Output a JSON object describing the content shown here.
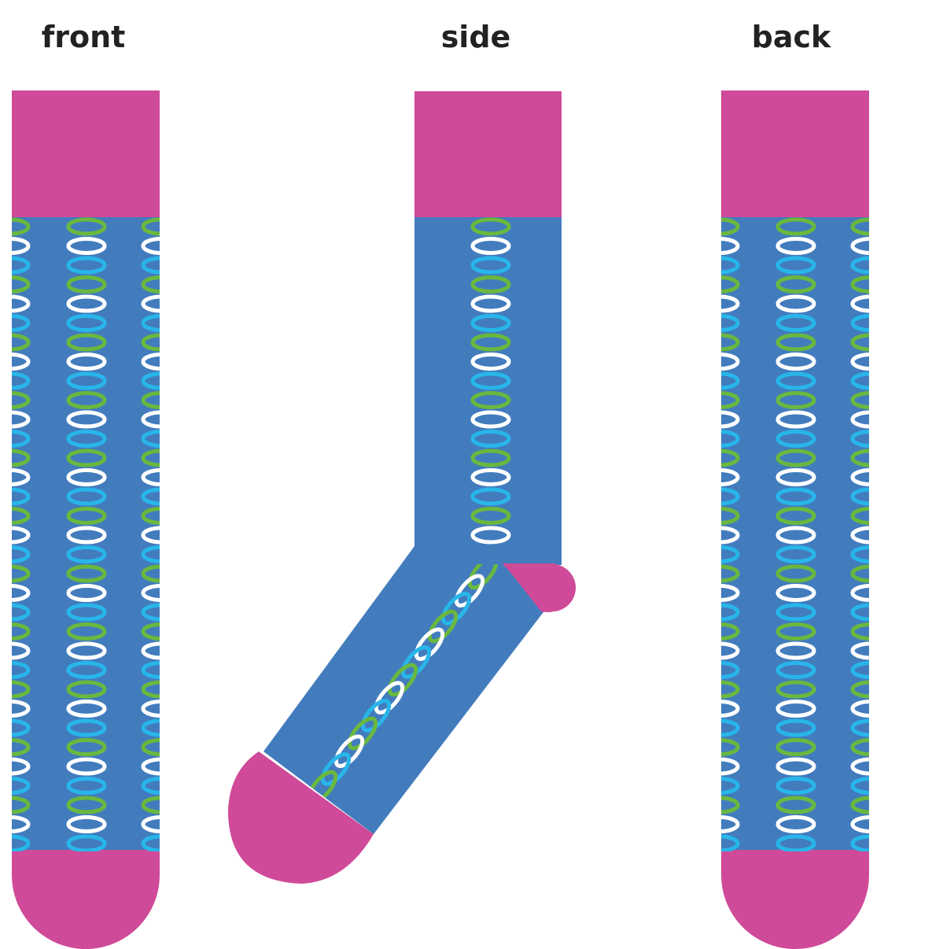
{
  "views": {
    "front": {
      "label": "front"
    },
    "side": {
      "label": "side"
    },
    "back": {
      "label": "back"
    }
  },
  "colors": {
    "background": "#ffffff",
    "cuff": "#cf4a98",
    "body": "#427cbd",
    "ring_green": "#6ab83e",
    "ring_white": "#ffffff",
    "ring_cyan": "#28b6ea",
    "label_text": "#222222"
  },
  "pattern": {
    "ring_sequence": [
      "green",
      "white",
      "cyan"
    ]
  }
}
